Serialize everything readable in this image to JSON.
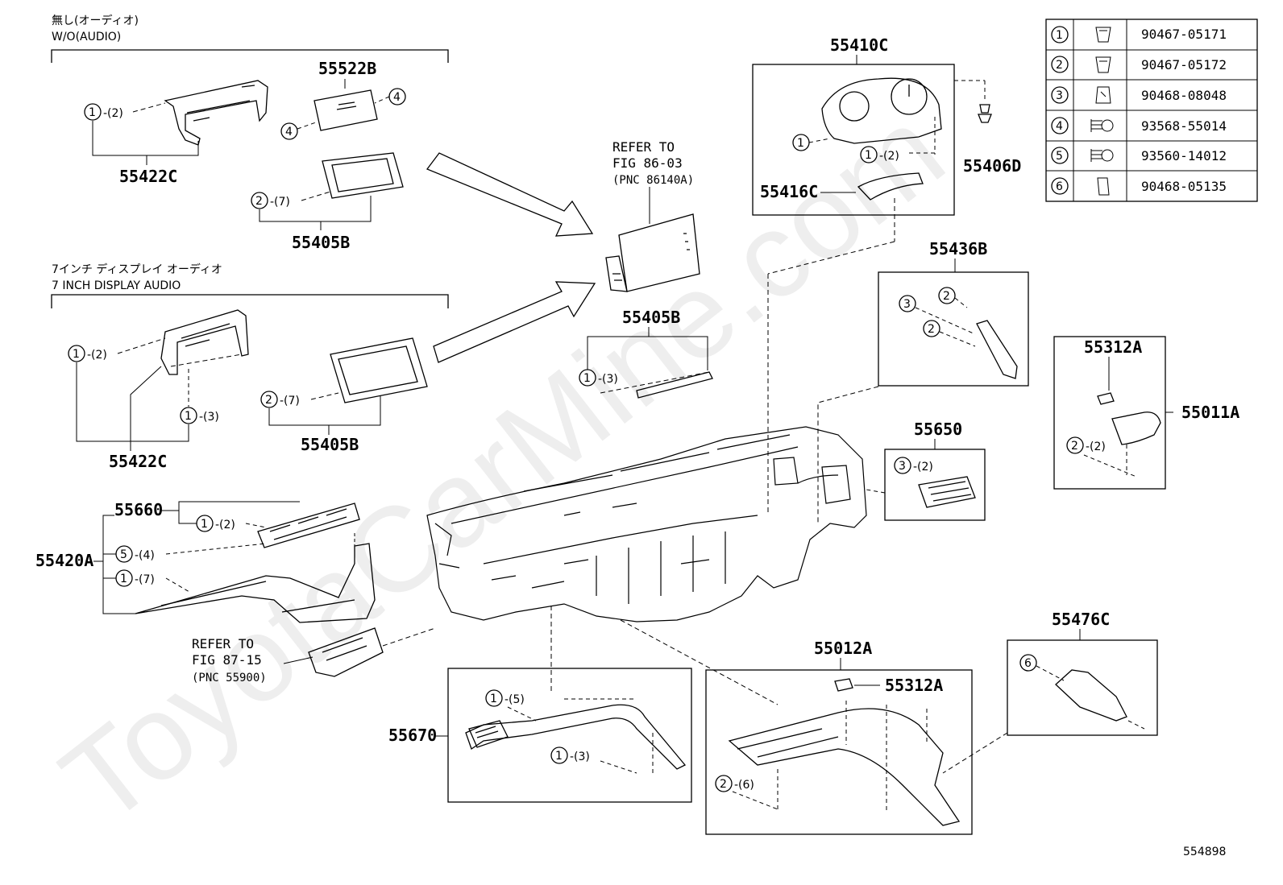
{
  "groups": {
    "wo_audio_jp": "無し(オーディオ)",
    "wo_audio_en": "W/O(AUDIO)",
    "display_audio_jp": "7インチ ディスプレイ オーディオ",
    "display_audio_en": "7 INCH DISPLAY AUDIO"
  },
  "parts": {
    "p55522B": "55522B",
    "p55422C_top": "55422C",
    "p55405B_top": "55405B",
    "p55422C_bottom": "55422C",
    "p55405B_bottom": "55405B",
    "p55405B_mid": "55405B",
    "p55410C": "55410C",
    "p55406D": "55406D",
    "p55416C": "55416C",
    "p55436B": "55436B",
    "p55312A_right": "55312A",
    "p55011A": "55011A",
    "p55650": "55650",
    "p55660": "55660",
    "p55420A": "55420A",
    "p55670": "55670",
    "p55012A": "55012A",
    "p55312A_bottom": "55312A",
    "p55476C": "55476C"
  },
  "refs": {
    "r1_l1": "REFER TO",
    "r1_l2": "FIG 86-03",
    "r1_l3": "(PNC 86140A)",
    "r2_l1": "REFER TO",
    "r2_l2": "FIG 87-15",
    "r2_l3": "(PNC 55900)"
  },
  "qty": {
    "q2": "-(2)",
    "q3": "-(3)",
    "q4": "-(4)",
    "q5": "-(5)",
    "q6": "-(6)",
    "q7": "-(7)"
  },
  "fastener_table": [
    {
      "key": "1",
      "part": "90467-05171"
    },
    {
      "key": "2",
      "part": "90467-05172"
    },
    {
      "key": "3",
      "part": "90468-08048"
    },
    {
      "key": "4",
      "part": "93568-55014"
    },
    {
      "key": "5",
      "part": "93560-14012"
    },
    {
      "key": "6",
      "part": "90468-05135"
    }
  ],
  "watermark": "ToyotaCarMine.com",
  "illustration_id": "554898"
}
